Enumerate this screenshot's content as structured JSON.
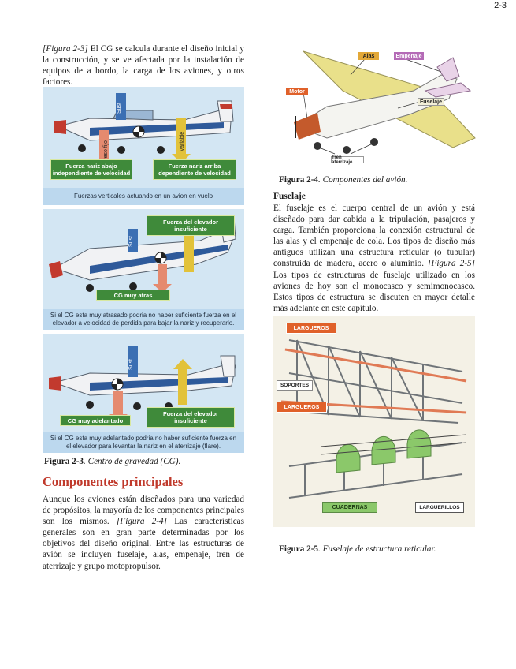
{
  "page_number": "2-3",
  "left": {
    "intro_ref": "[Figura 2-3]",
    "intro_text": " El CG se calcula durante el diseño inicial y la construcción, y se ve afectada por la instalación de equipos de a bordo, la carga de los aviones, y otros factores.",
    "fig23": {
      "panel1": {
        "lift": "Sust",
        "weight": "Peso fijo",
        "variable": "Variable",
        "box_left": "Fuerza nariz abajo independiente de velocidad",
        "box_right": "Fuerza nariz arriba dependiente de velocidad",
        "caption": "Fuerzas verticales actuando en un avion en vuelo"
      },
      "panel2": {
        "lift": "Sust",
        "box_top": "Fuerza del elevador insuficiente",
        "box_bottom": "CG muy atras",
        "caption": "Si el CG esta muy atrasado podria no haber suficiente fuerza en el elevador a velocidad de perdida para bajar la nariz y recuperarlo."
      },
      "panel3": {
        "lift": "Sust",
        "box_left": "CG muy adelantado",
        "box_right": "Fuerza del elevador insuficiente",
        "caption": "Si el CG esta muy adelantado podria no haber suficiente fuerza en el elevador para levantar la nariz en el aterrizaje (flare)."
      },
      "cap_bold": "Figura 2-3",
      "cap_italic": ". Centro de gravedad (CG)."
    },
    "heading": "Componentes principales",
    "body_pre": "Aunque los aviones están diseñados para una variedad de propósitos, la mayoría de los componentes principales son los mismos. ",
    "body_ref": "[Figura 2-4]",
    "body_post": " Las características generales son en gran parte determinadas por los objetivos del diseño original. Entre las estructuras de avión se incluyen fuselaje, alas, empenaje, tren de aterrizaje y grupo motopropulsor."
  },
  "right": {
    "fig24": {
      "labels": {
        "alas": "Alas",
        "empenaje": "Empenaje",
        "motor": "Motor",
        "fuselaje": "Fuselaje",
        "tren": "Tren aterrizaje"
      },
      "cap_bold": "Figura 2-4",
      "cap_italic": ". Componentes del avión."
    },
    "subheading": "Fuselaje",
    "body_pre": "El fuselaje es el cuerpo central de un avión y está diseñado para dar cabida a la tripulación, pasajeros y carga. También proporciona la conexión estructural de las alas y el empenaje de cola. Los tipos de diseño más antiguos utilizan una estructura reticular (o tubular) construida de madera, acero o aluminio. ",
    "body_ref": "[Figura 2-5]",
    "body_post": " Los tipos de estructuras de fuselaje utilizado en los aviones de hoy son el monocasco y semimonocasco. Estos tipos de estructura se discuten en mayor detalle más adelante en este capítulo.",
    "fig25": {
      "labels": {
        "largueros1": "LARGUEROS",
        "soportes": "SOPORTES",
        "largueros2": "LARGUEROS",
        "cuadernas": "CUADERNAS",
        "larguerillos": "LARGUERILLOS"
      },
      "cap_bold": "Figura 2-5",
      "cap_italic": ". Fuselaje de estructura reticular."
    }
  },
  "colors": {
    "heading": "#c0392b",
    "panel_bg": "#d3e6f3",
    "box_green": "#3f8a3a",
    "label_orange": "#e0612a",
    "wing_yellow": "#e9e08a"
  }
}
